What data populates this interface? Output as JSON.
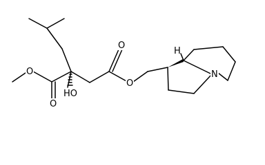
{
  "molecule": {
    "atoms": {
      "ester_o_methyl": "O",
      "carbonyl_o_left": "O",
      "hydroxyl": "HO",
      "carbonyl_o_right": "O",
      "ester_o_right": "O",
      "ring_n": "N",
      "bridge_h": "H"
    }
  }
}
